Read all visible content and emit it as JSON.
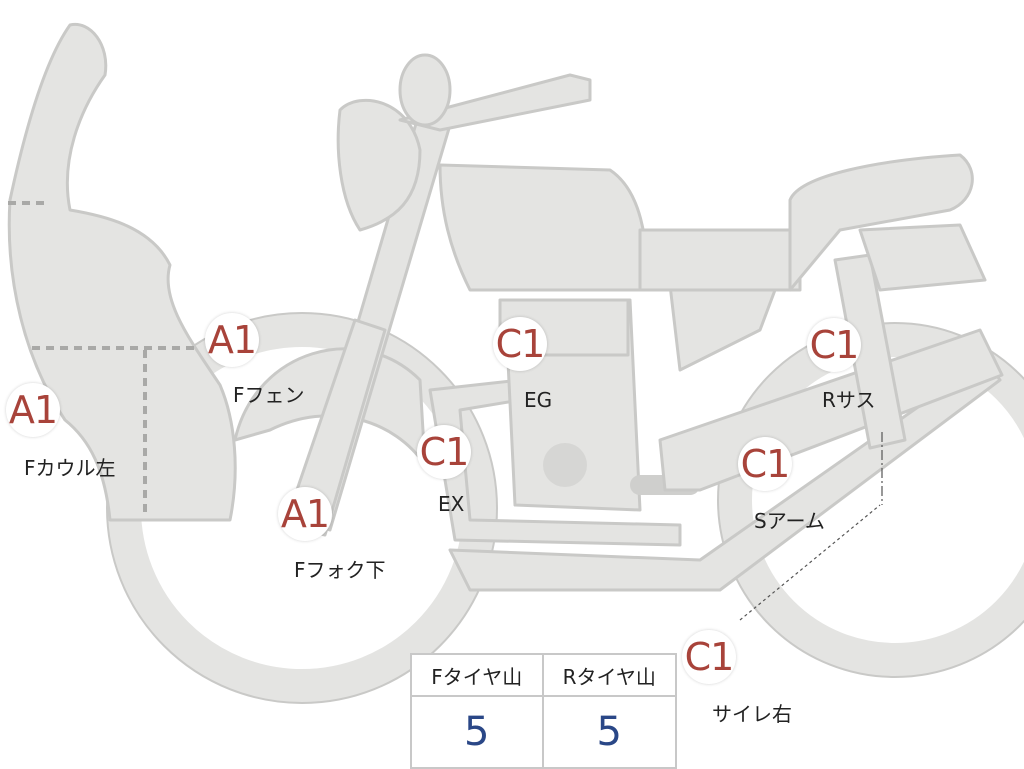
{
  "markers": [
    {
      "id": "f-cowl-left",
      "grade": "A1",
      "label": "Fカウル左"
    },
    {
      "id": "f-fender",
      "grade": "A1",
      "label": "Fフェン"
    },
    {
      "id": "f-fork-lower",
      "grade": "A1",
      "label": "Fフォク下"
    },
    {
      "id": "engine",
      "grade": "C1",
      "label": "EG"
    },
    {
      "id": "exhaust",
      "grade": "C1",
      "label": "EX"
    },
    {
      "id": "r-suspension",
      "grade": "C1",
      "label": "Rサス"
    },
    {
      "id": "swing-arm",
      "grade": "C1",
      "label": "Sアーム"
    },
    {
      "id": "silencer-right",
      "grade": "C1",
      "label": "サイレ右"
    }
  ],
  "tire_table": {
    "headers": [
      "Fタイヤ山",
      "Rタイヤ山"
    ],
    "values": [
      "5",
      "5"
    ]
  },
  "colors": {
    "part_fill": "#e4e4e2",
    "part_stroke": "#c9c9c7",
    "grade_text": "#a8433a",
    "value_text": "#2a4787"
  }
}
